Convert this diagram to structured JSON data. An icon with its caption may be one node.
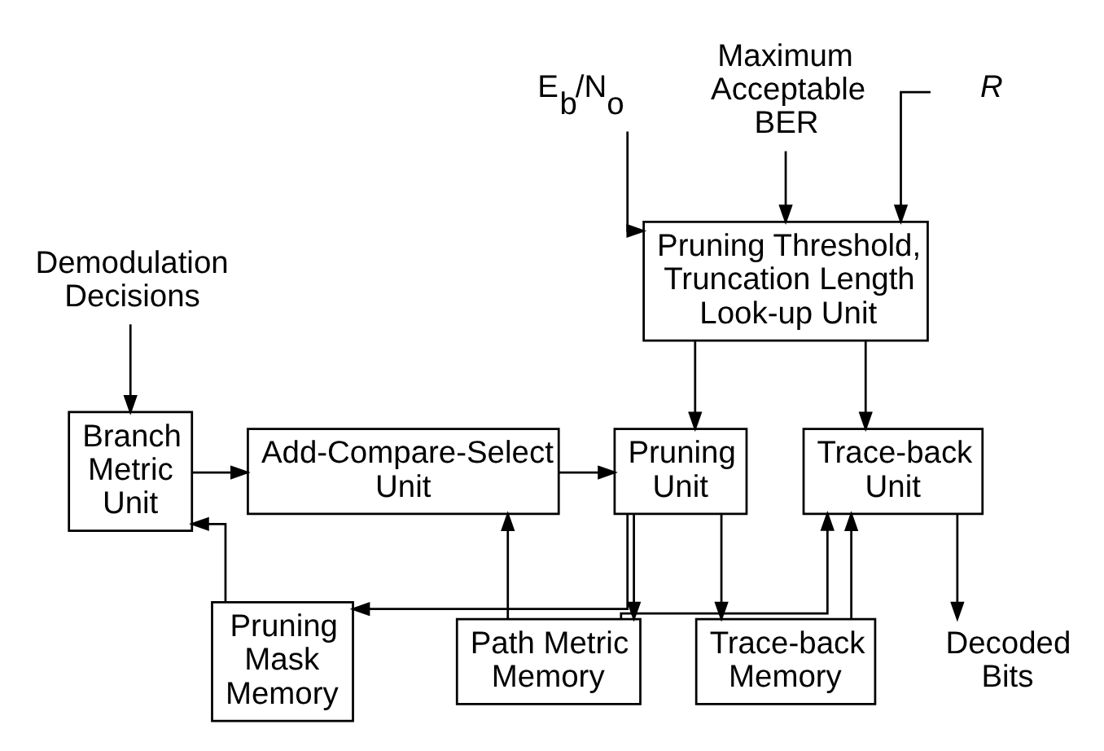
{
  "diagram": {
    "nodes": [
      {
        "text": [
          "E$_{b}$/N$_{o}$"
        ]
      },
      {
        "text": [
          "Maximum Acceptable BER"
        ]
      },
      {
        "text": [
          "R"
        ]
      },
      {
        "text": [
          "Pruning Threshold, Truncation Length Look-up Unit"
        ]
      },
      {
        "text": [
          "Demodulation Decisions"
        ]
      },
      {
        "text": [
          "Branch Metric Unit"
        ]
      },
      {
        "text": [
          "Add-Compare-Select Unit"
        ]
      },
      {
        "text": [
          "Pruning Unit"
        ]
      },
      {
        "text": [
          "Path Metric Memory"
        ]
      },
      {
        "text": [
          "Trace-back Unit"
        ]
      },
      {
        "text": [
          "Trace-back Memory"
        ]
      },
      {
        "text": [
          "Pruning Mask Memory"
        ]
      },
      {
        "text": [
          "Decoded Bits"
        ]
      }
    ],
    "edges": [
      {
        "from": 0,
        "to": 3,
        "arrow": "to"
      },
      {
        "from": 1,
        "to": 3,
        "arrow": "to"
      },
      {
        "from": 2,
        "to": 3,
        "arrow": "to"
      },
      {
        "from": 4,
        "to": 5,
        "arrow": "to"
      },
      {
        "from": 5,
        "to": 6,
        "arrow": "to"
      },
      {
        "from": 6,
        "to": 7,
        "arrow": "to"
      },
      {
        "from": 3,
        "to": 7,
        "arrow": "to"
      },
      {
        "from": 3,
        "to": 9,
        "arrow": "to"
      },
      {
        "from": 8,
        "to": 6,
        "arrow": "to"
      },
      {
        "from": 7,
        "to": 8,
        "arrow": "to"
      },
      {
        "from": 7,
        "to": 10,
        "arrow": "to"
      },
      {
        "from": 7,
        "to": 11,
        "arrow": "to"
      },
      {
        "from": 8,
        "to": 9,
        "arrow": "to"
      },
      {
        "from": 10,
        "to": 9,
        "arrow": "to"
      },
      {
        "from": 11,
        "to": 5,
        "arrow": "to"
      },
      {
        "from": 9,
        "to": 12,
        "arrow": "to"
      }
    ]
  }
}
